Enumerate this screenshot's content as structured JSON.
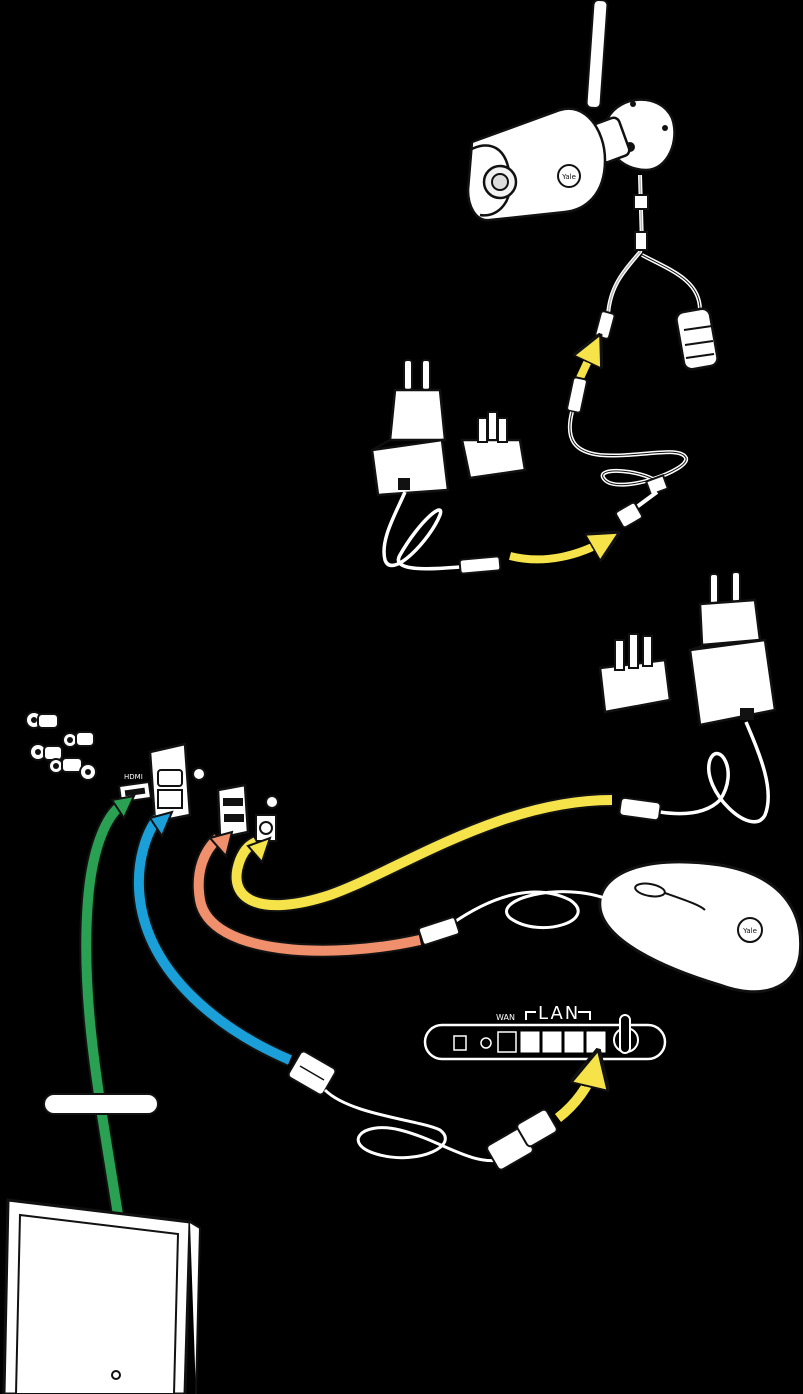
{
  "camera": {
    "brand": "Yale"
  },
  "mouse": {
    "brand": "Yale"
  },
  "router": {
    "wan_label": "WAN",
    "lan_label": "LAN"
  },
  "recorder": {
    "hdmi_label": "HDMI"
  },
  "colors": {
    "background": "#000000",
    "outline": "#1a1a1a",
    "hdmi_cable": "#2aa052",
    "vga_cable": "#1a9fd8",
    "usb_cable": "#ef8f6c",
    "power_cable": "#f6e34a",
    "network_cable_arrow": "#f6e34a",
    "camera_power_arrow": "#f6e34a"
  },
  "icons": [
    "antenna-icon",
    "power-adapter-icon",
    "uk-plug-icon",
    "bnc-connectors-icon",
    "hdmi-port-icon",
    "vga-port-icon",
    "usb-port-icon",
    "dc-port-icon",
    "rj45-plug-icon",
    "monitor-icon",
    "mouse-icon",
    "router-icon"
  ]
}
